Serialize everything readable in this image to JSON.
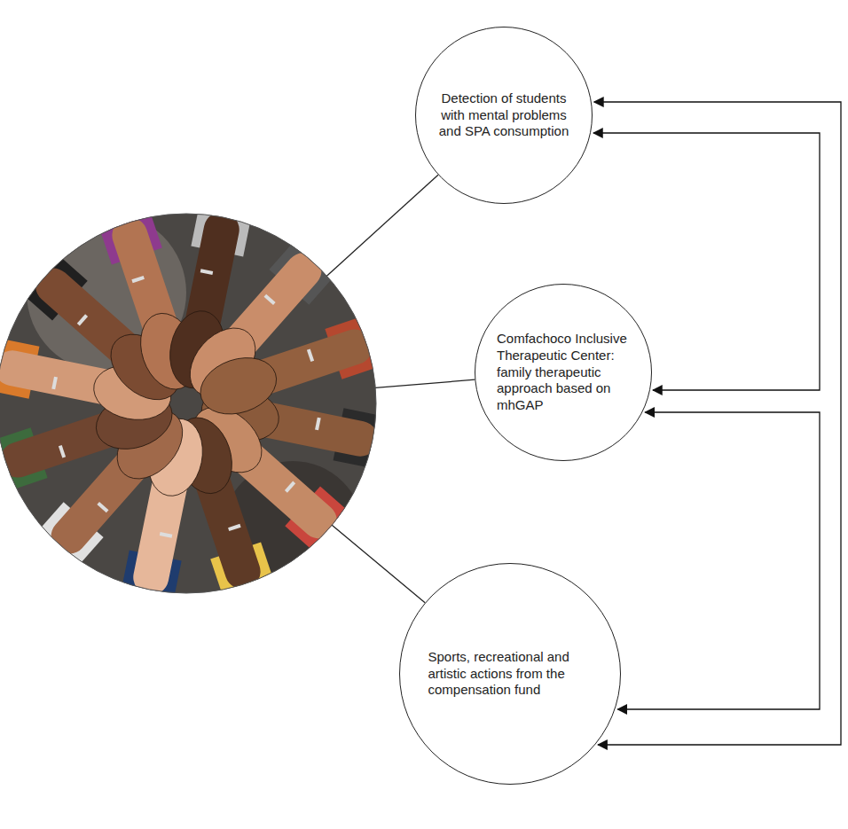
{
  "diagram": {
    "nodes": [
      {
        "text": [
          "Detection of students with mental problems and SPA consumption"
        ]
      },
      {
        "text": [
          "Comfachoco Inclusive Therapeutic Center: family therapeutic approach based on mhGAP"
        ]
      },
      {
        "text": [
          "Sports, recreational and artistic actions from the compensation fund"
        ]
      }
    ],
    "edges": [
      {
        "from": 0,
        "to": 2,
        "arrow": "both"
      },
      {
        "from": 0,
        "to": 1,
        "arrow": "both"
      },
      {
        "from": 1,
        "to": 2,
        "arrow": "both"
      }
    ]
  }
}
